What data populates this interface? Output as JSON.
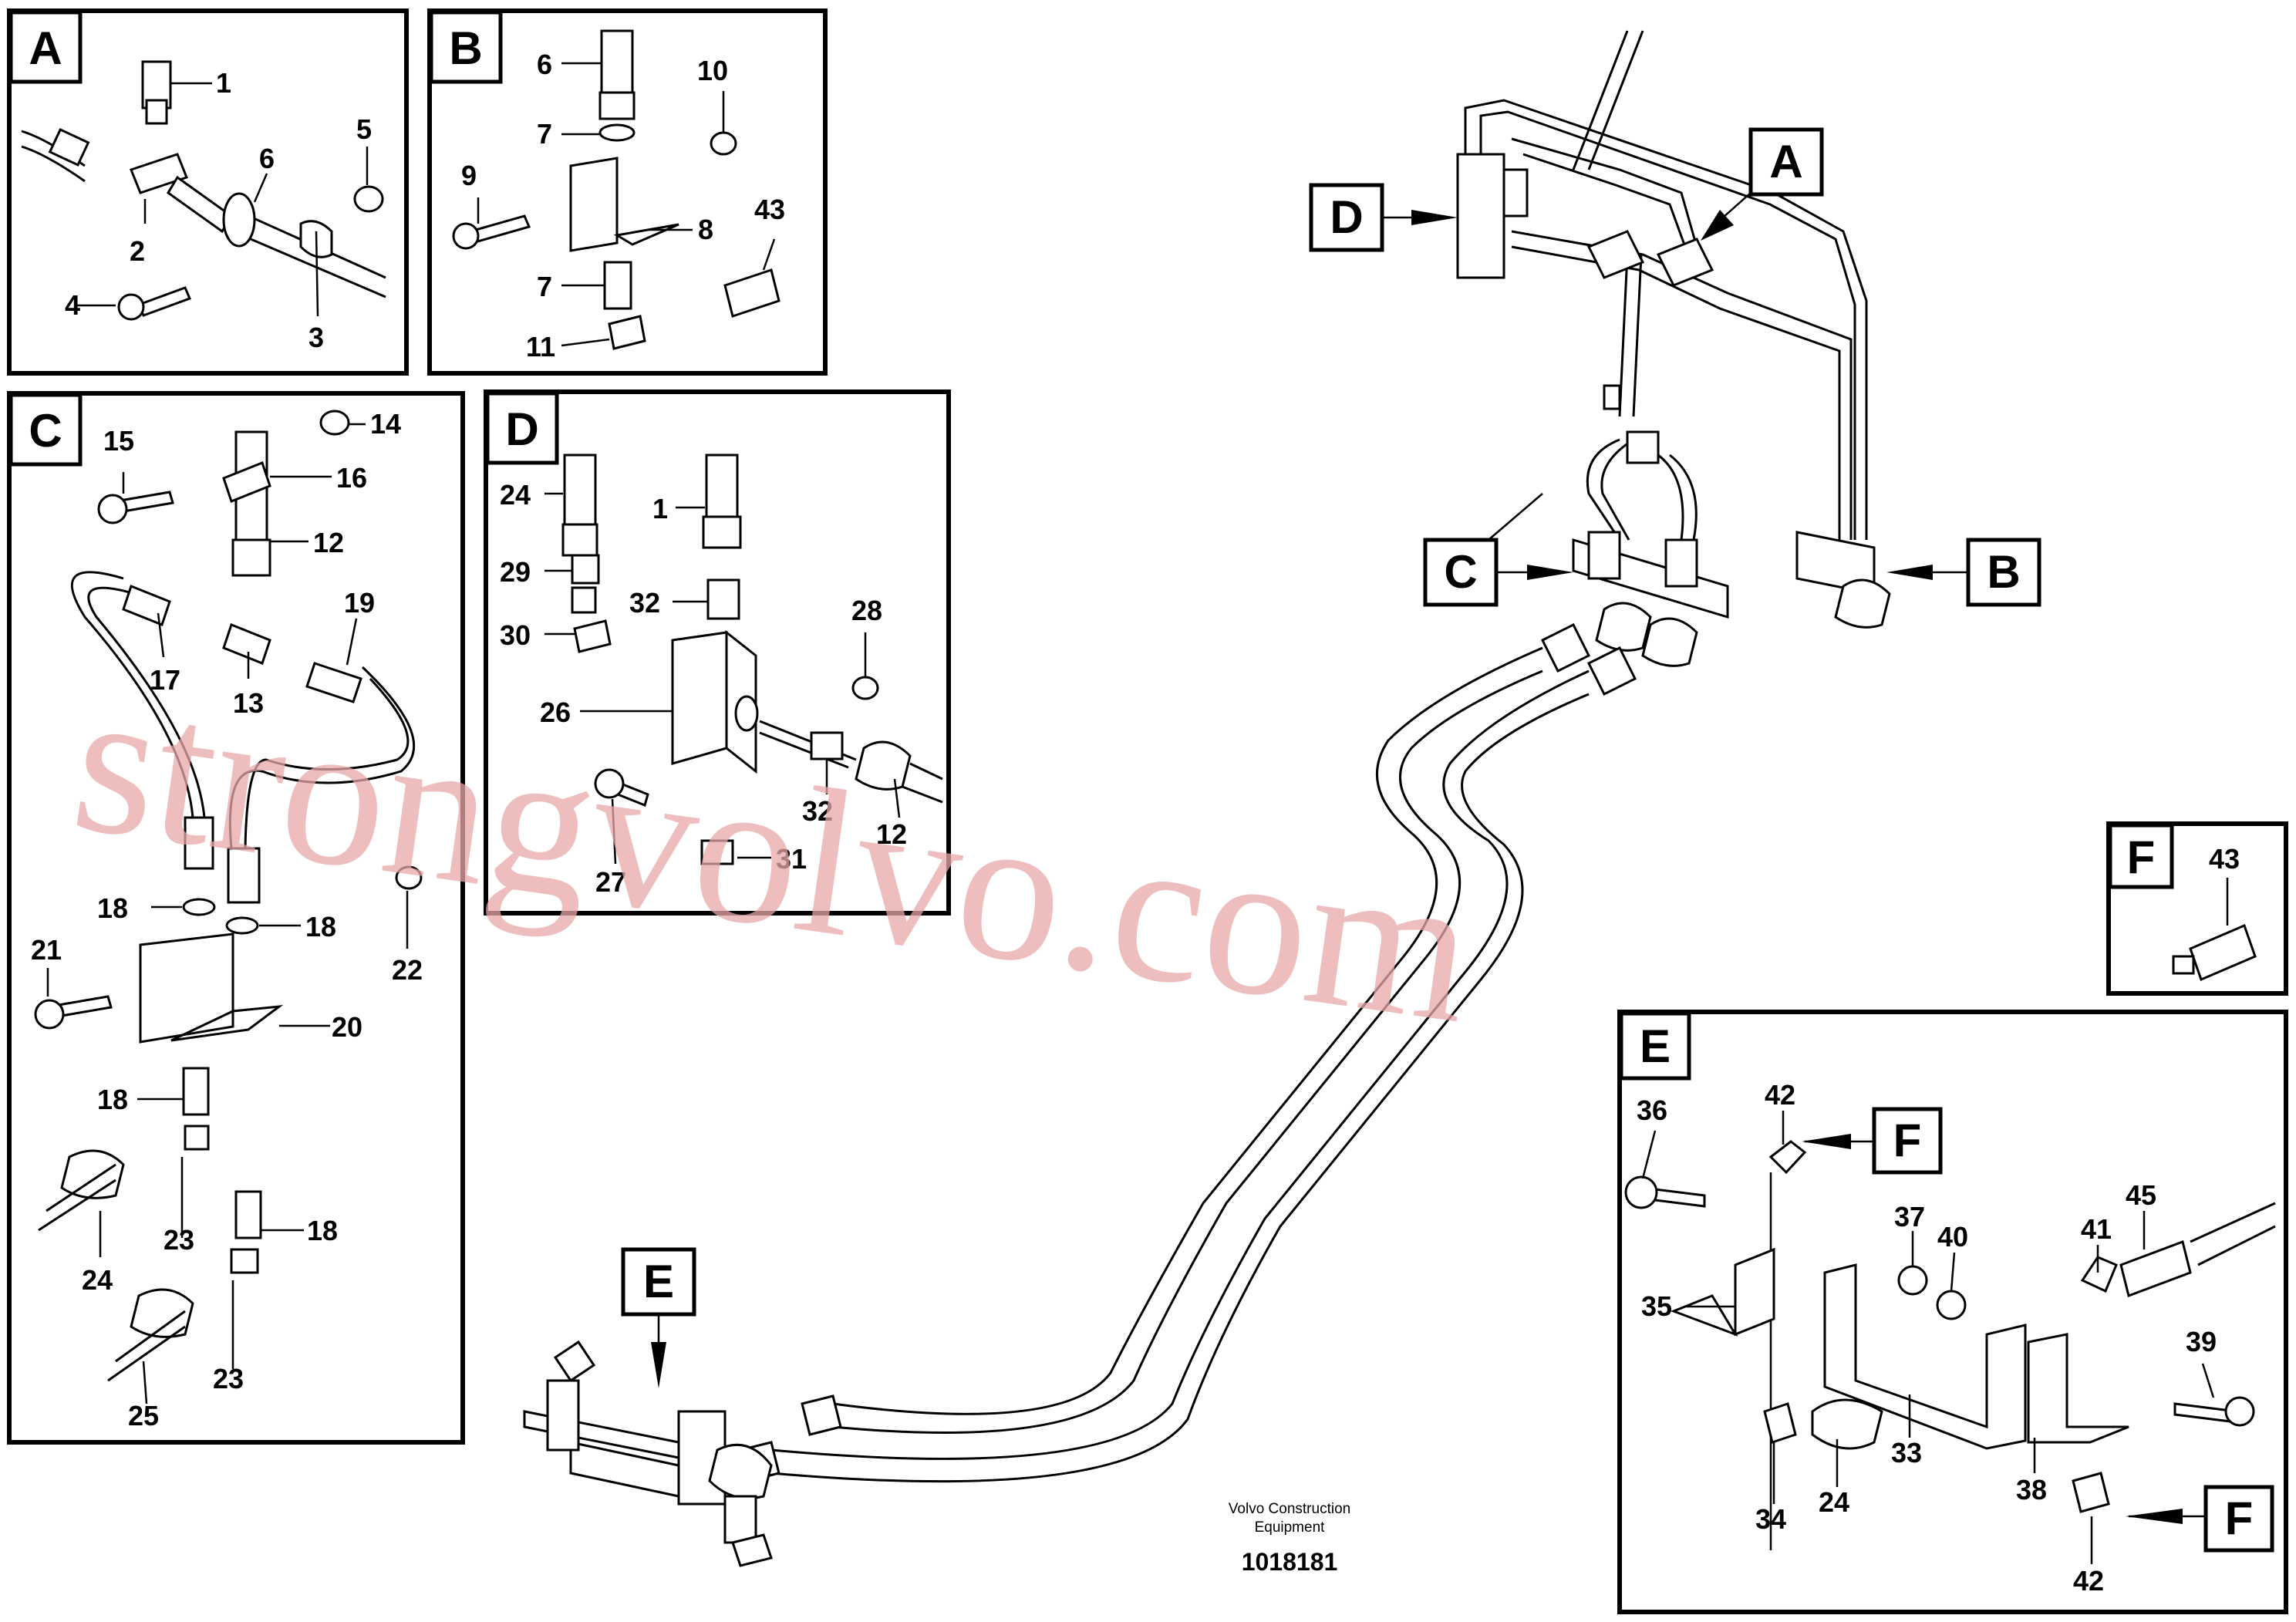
{
  "detail_panels": {
    "A": {
      "letter": "A",
      "callouts": [
        "1",
        "2",
        "3",
        "4",
        "5",
        "6"
      ]
    },
    "B": {
      "letter": "B",
      "callouts": [
        "6",
        "7",
        "8",
        "9",
        "10",
        "7",
        "11",
        "43"
      ]
    },
    "C": {
      "letter": "C",
      "callouts": [
        "15",
        "14",
        "16",
        "12",
        "19",
        "17",
        "13",
        "18",
        "18",
        "22",
        "21",
        "20",
        "18",
        "23",
        "24",
        "18",
        "23",
        "25"
      ]
    },
    "D": {
      "letter": "D",
      "callouts": [
        "24",
        "1",
        "29",
        "32",
        "28",
        "30",
        "26",
        "32",
        "12",
        "27",
        "31"
      ]
    },
    "E": {
      "letter": "E",
      "callouts": [
        "36",
        "42",
        "37",
        "40",
        "41",
        "45",
        "35",
        "39",
        "34",
        "24",
        "33",
        "38",
        "42"
      ]
    },
    "F": {
      "letter": "F",
      "callouts": [
        "43"
      ]
    }
  },
  "main_view_labels": {
    "A": "A",
    "B": "B",
    "C": "C",
    "D": "D",
    "E": "E",
    "F_upper": "F",
    "F_lower": "F"
  },
  "caption": {
    "line1": "Volvo Construction",
    "line2": "Equipment",
    "number": "1018181"
  },
  "watermark": "strongvolvo.com"
}
